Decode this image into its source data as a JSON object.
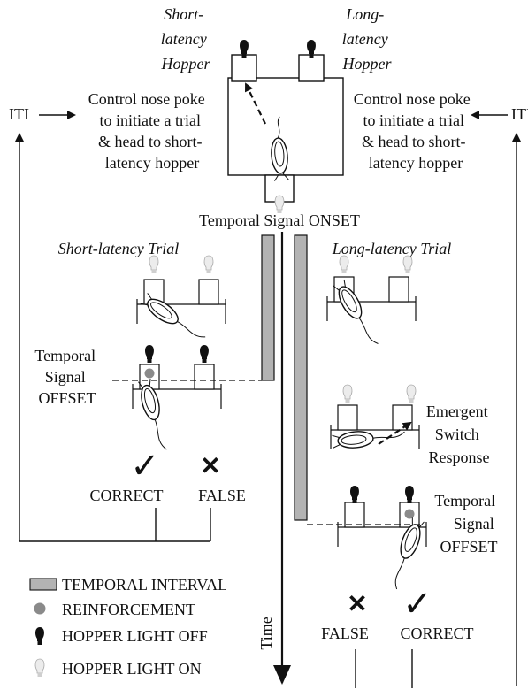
{
  "header": {
    "short_hopper": [
      "Short-",
      "latency",
      "Hopper"
    ],
    "long_hopper": [
      "Long-",
      "latency",
      "Hopper"
    ]
  },
  "iti_label": "ITI",
  "control_text_left": [
    "Control nose poke",
    "to initiate a trial",
    "& head to short-",
    "latency hopper"
  ],
  "control_text_right": [
    "Control nose poke",
    "to initiate a trial",
    "& head to short-",
    "latency hopper"
  ],
  "signal_onset": "Temporal Signal ONSET",
  "short_trial_title": "Short-latency Trial",
  "long_trial_title": "Long-latency Trial",
  "offset_left": [
    "Temporal",
    "Signal",
    "OFFSET"
  ],
  "offset_right": [
    "Temporal",
    "Signal",
    "OFFSET"
  ],
  "emergent_switch": [
    "Emergent",
    "Switch",
    "Response"
  ],
  "outcomes_left": {
    "correct_symbol": "✓",
    "false_symbol": "✕",
    "correct": "CORRECT",
    "false": "FALSE"
  },
  "outcomes_right": {
    "false_symbol": "✕",
    "correct_symbol": "✓",
    "false": "FALSE",
    "correct": "CORRECT"
  },
  "time_label": "Time",
  "legend": {
    "temporal_interval": "TEMPORAL INTERVAL",
    "reinforcement": "REINFORCEMENT",
    "light_off": "HOPPER LIGHT OFF",
    "light_on": "HOPPER LIGHT ON"
  },
  "colors": {
    "interval_fill": "#b3b3b3",
    "reinforcement": "#8a8a8a",
    "bulb_off": "#111111",
    "bulb_on": "#e6e6e6"
  }
}
